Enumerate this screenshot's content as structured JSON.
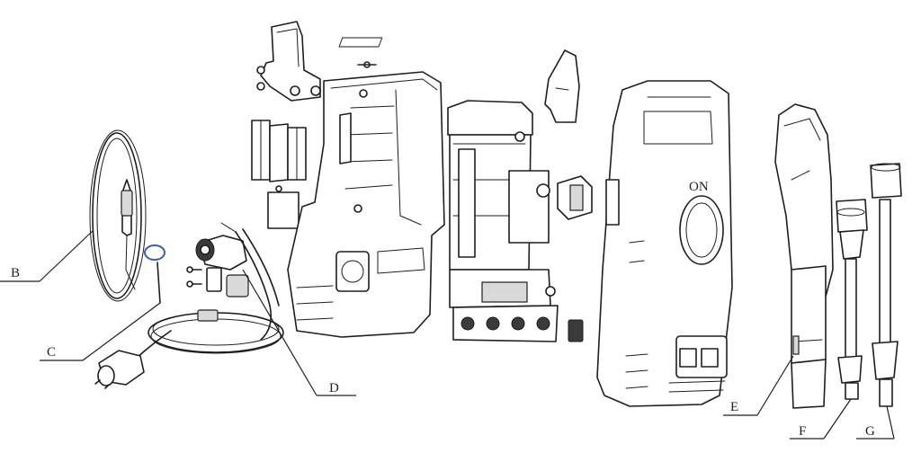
{
  "labels": {
    "b": "B",
    "c": "C",
    "d": "D",
    "e": "E",
    "f": "F",
    "g": "G"
  },
  "colors": {
    "line": "#1e1e1e",
    "oring": "#3a5fb0",
    "background": "#ffffff"
  }
}
